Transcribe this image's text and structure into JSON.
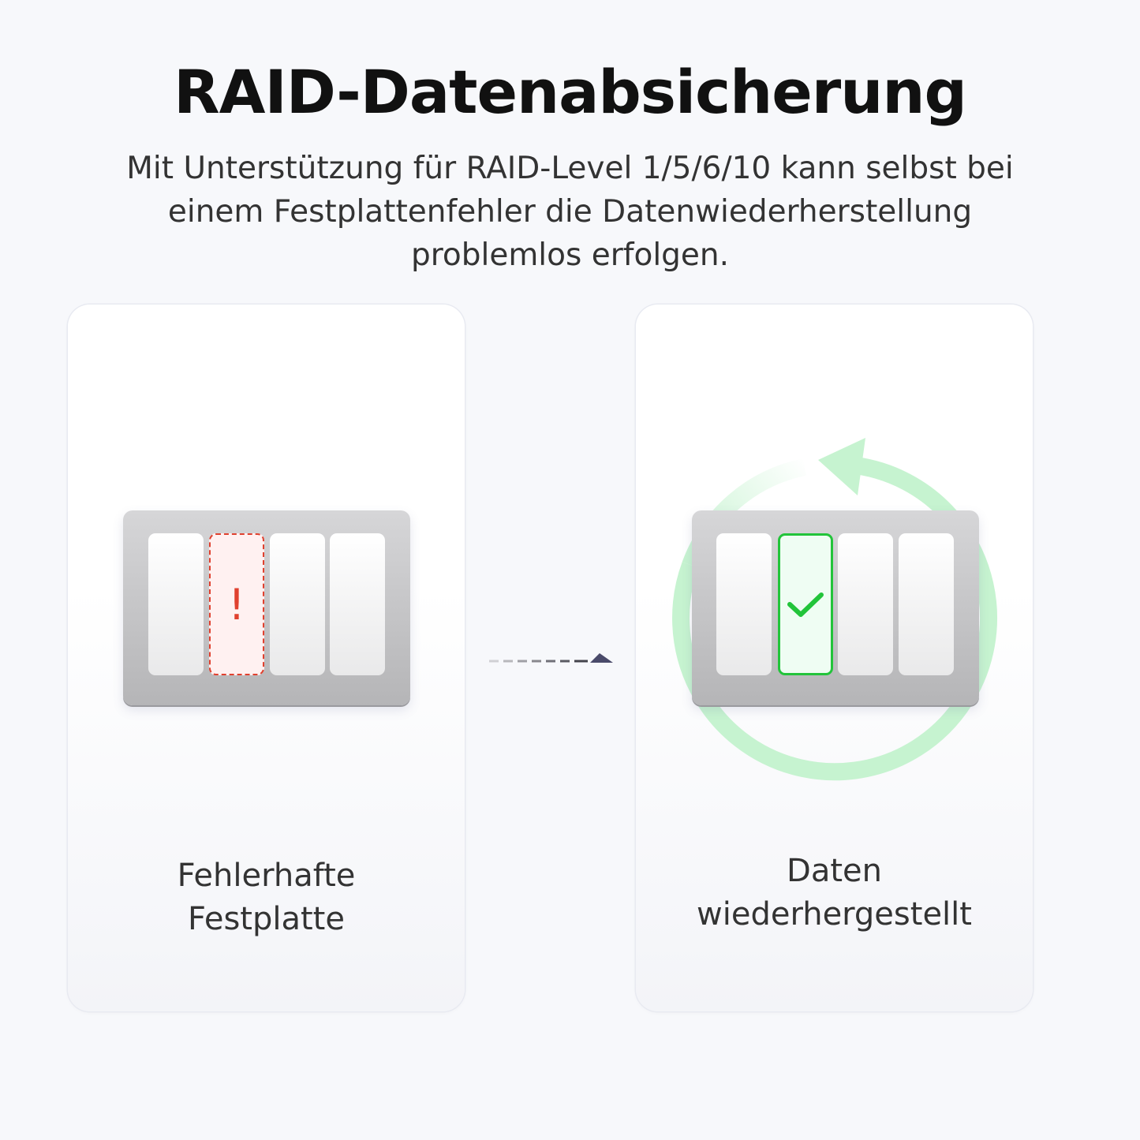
{
  "header": {
    "title": "RAID-Datenabsicherung",
    "subtitle_lines": [
      "Mit Unterstützung für RAID-Level 1/5/6/10 kann selbst bei",
      "einem Festplattenfehler die Datenwiederherstellung",
      "problemlos erfolgen."
    ]
  },
  "left_panel": {
    "label_lines": [
      "Fehlerhafte",
      "Festplatte"
    ],
    "failed_bay_index": 2,
    "fail_symbol": "!",
    "icon": "warning-exclamation-icon",
    "accent": "#e0412f"
  },
  "right_panel": {
    "label_lines": [
      "Daten",
      "wiederhergestellt"
    ],
    "restored_bay_index": 2,
    "icon": "checkmark-icon",
    "accent": "#22c43a",
    "cycle_color": "#c6f3d0"
  },
  "connector": {
    "icon": "dashed-arrow-right-icon"
  }
}
